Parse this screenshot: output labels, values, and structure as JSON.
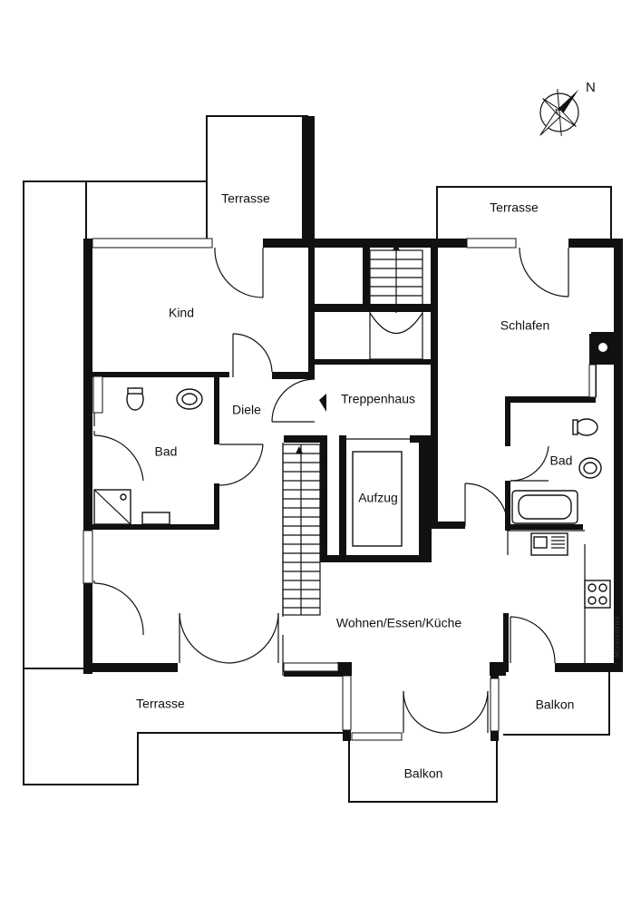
{
  "compass": {
    "north_label": "N"
  },
  "brand": "McGrundriss",
  "rooms": [
    {
      "id": "terrasse-top-left",
      "label": "Terrasse"
    },
    {
      "id": "terrasse-top-right",
      "label": "Terrasse"
    },
    {
      "id": "kind",
      "label": "Kind"
    },
    {
      "id": "schlafen",
      "label": "Schlafen"
    },
    {
      "id": "diele",
      "label": "Diele"
    },
    {
      "id": "treppenhaus",
      "label": "Treppenhaus"
    },
    {
      "id": "bad-left",
      "label": "Bad"
    },
    {
      "id": "bad-right",
      "label": "Bad"
    },
    {
      "id": "aufzug",
      "label": "Aufzug"
    },
    {
      "id": "wohnen-essen-kueche",
      "label": "Wohnen/Essen/Küche"
    },
    {
      "id": "terrasse-bottom",
      "label": "Terrasse"
    },
    {
      "id": "balkon-center",
      "label": "Balkon"
    },
    {
      "id": "balkon-right",
      "label": "Balkon"
    }
  ]
}
